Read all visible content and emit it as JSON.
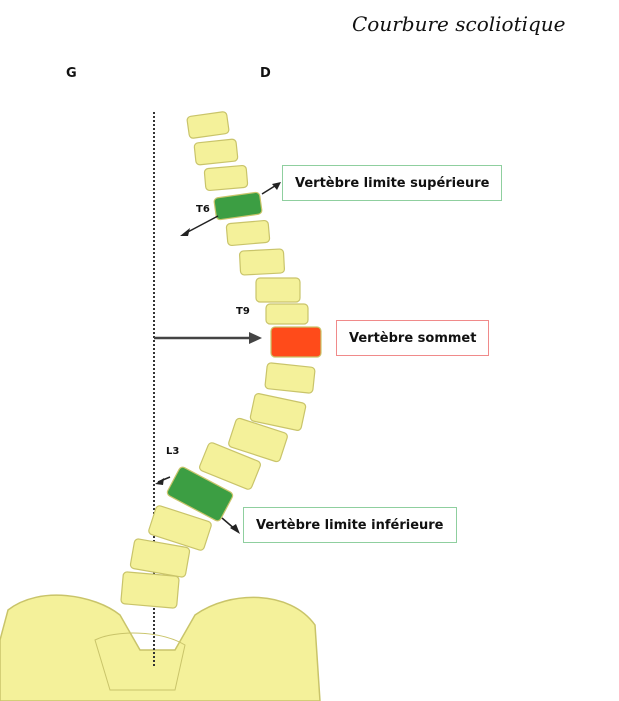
{
  "title": "Courbure scoliotique",
  "sides": {
    "left": "G",
    "right": "D"
  },
  "vertebra_labels": {
    "upper": "T6",
    "apex": "T9",
    "lower": "L3"
  },
  "callouts": {
    "upper": "Vertèbre limite supérieure",
    "apex": "Vertèbre sommet",
    "lower": "Vertèbre limite inférieure"
  },
  "colors": {
    "vertebra": "#f4f19a",
    "vertebra_border": "#c9c46a",
    "limit_vertebra": "#3c9e43",
    "apex_vertebra": "#ff4b1a",
    "callout_border_limit": "#8fcf9f",
    "callout_border_apex": "#f08a8a"
  }
}
